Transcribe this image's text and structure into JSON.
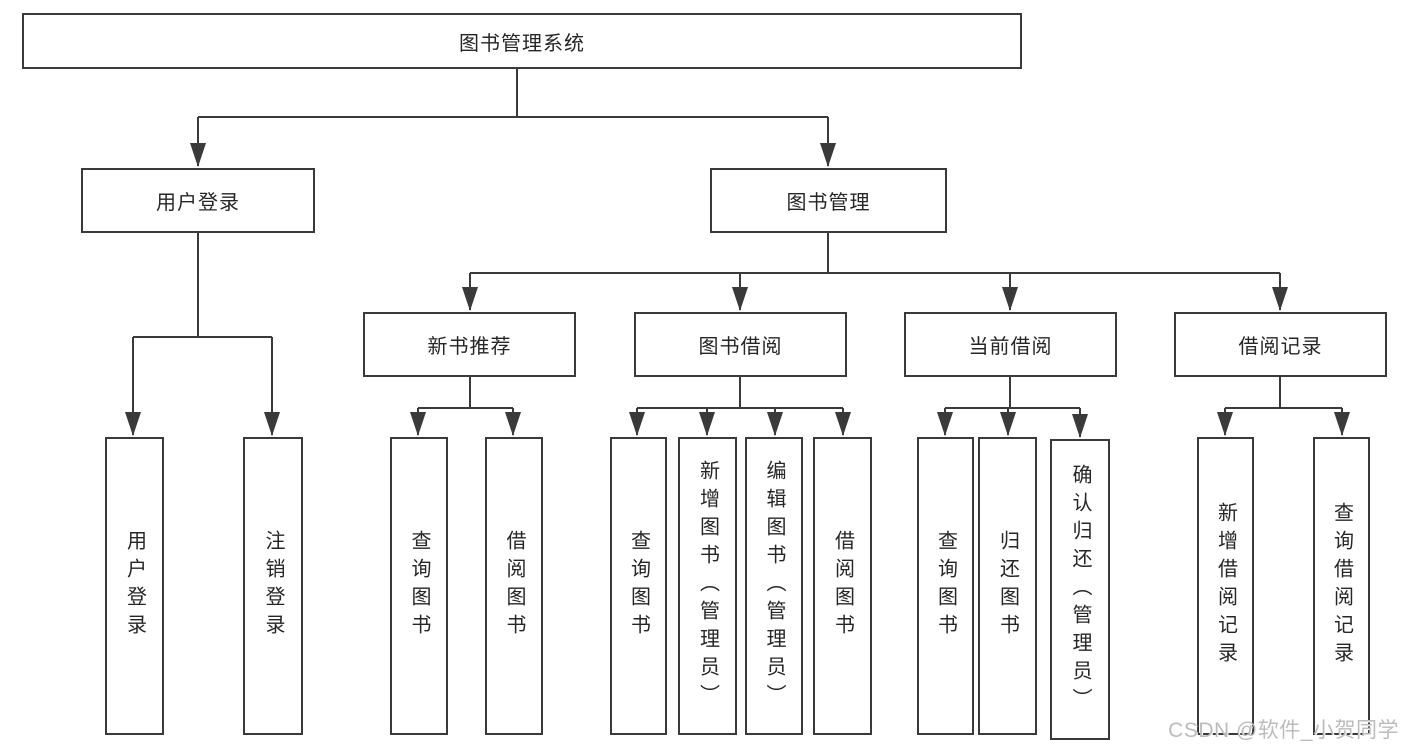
{
  "diagram": {
    "root": {
      "label": "图书管理系统"
    },
    "level2": [
      {
        "id": "login",
        "label": "用户登录"
      },
      {
        "id": "manage",
        "label": "图书管理"
      }
    ],
    "level3": [
      {
        "id": "recommend",
        "label": "新书推荐"
      },
      {
        "id": "borrow",
        "label": "图书借阅"
      },
      {
        "id": "current",
        "label": "当前借阅"
      },
      {
        "id": "records",
        "label": "借阅记录"
      }
    ],
    "leaves": {
      "login": [
        "用户登录",
        "注销登录"
      ],
      "recommend": [
        "查询图书",
        "借阅图书"
      ],
      "borrow": [
        "查询图书",
        "新增图书（管理员）",
        "编辑图书（管理员）",
        "借阅图书"
      ],
      "current": [
        "查询图书",
        "归还图书",
        "确认归还（管理员）"
      ],
      "records": [
        "新增借阅记录",
        "查询借阅记录"
      ]
    },
    "watermark": "CSDN @软件_小贺同学",
    "colors": {
      "line": "#3a3a3a",
      "text": "#262626",
      "background": "#ffffff",
      "watermark": "#bcbcbc"
    }
  }
}
